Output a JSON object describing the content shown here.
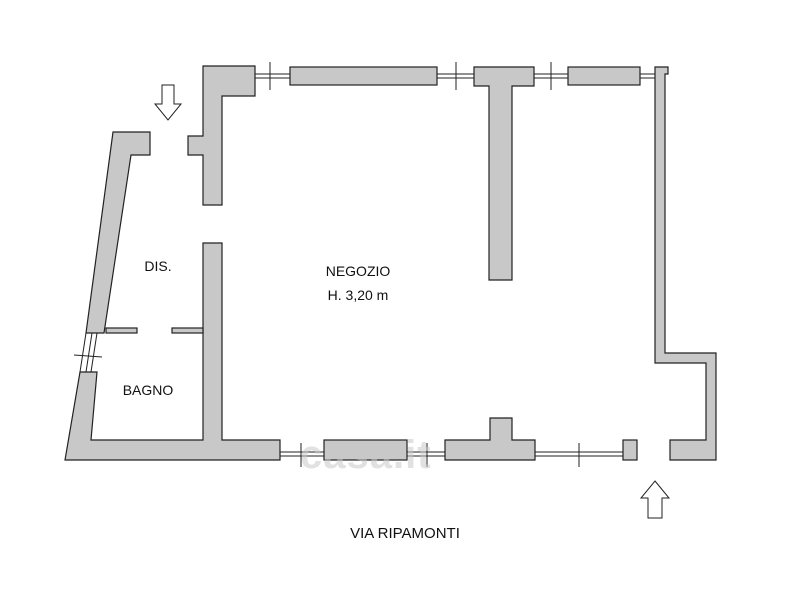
{
  "plan": {
    "rooms": [
      {
        "name": "DIS."
      },
      {
        "name": "NEGOZIO",
        "height": "H. 3,20 m"
      },
      {
        "name": "BAGNO"
      }
    ],
    "street": "VIA RIPAMONTI",
    "watermark": "casa.it",
    "colors": {
      "wall": "#c8c8c8",
      "outline": "#222222"
    }
  }
}
